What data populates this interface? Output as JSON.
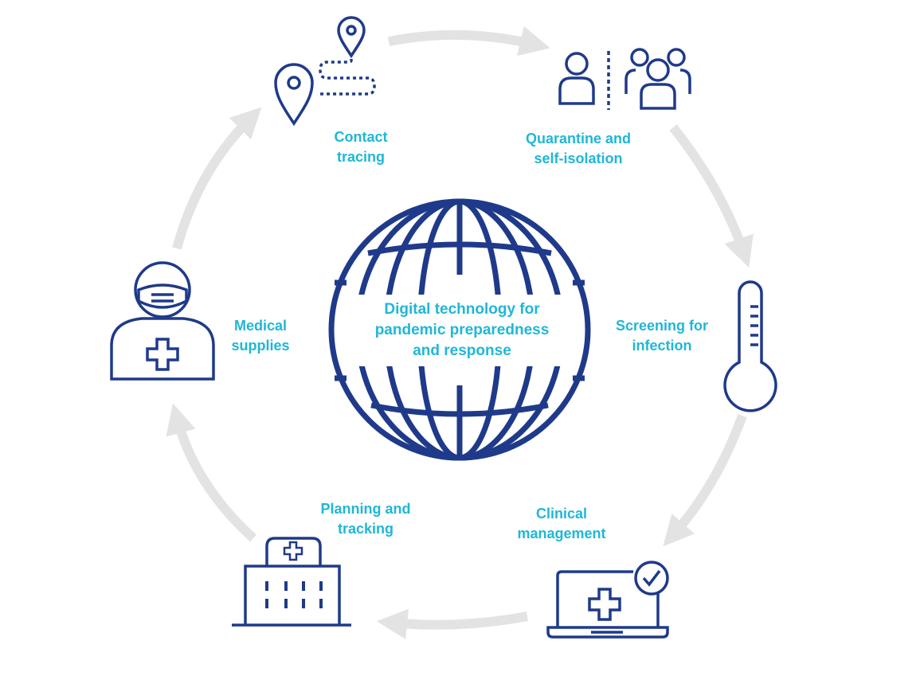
{
  "center": {
    "lines": [
      "Digital technology for",
      "pandemic preparedness",
      "and response"
    ]
  },
  "steps": [
    {
      "id": "contact-tracing",
      "lines": [
        "Contact",
        "tracing"
      ],
      "icon": "map-route-pins-icon"
    },
    {
      "id": "quarantine",
      "lines": [
        "Quarantine and",
        "self-isolation"
      ],
      "icon": "person-and-group-icon"
    },
    {
      "id": "screening",
      "lines": [
        "Screening for",
        "infection"
      ],
      "icon": "thermometer-icon"
    },
    {
      "id": "clinical-management",
      "lines": [
        "Clinical",
        "management"
      ],
      "icon": "laptop-medical-check-icon"
    },
    {
      "id": "planning-tracking",
      "lines": [
        "Planning and",
        "tracking"
      ],
      "icon": "hospital-building-icon"
    },
    {
      "id": "medical-supplies",
      "lines": [
        "Medical",
        "supplies"
      ],
      "icon": "masked-health-worker-icon"
    }
  ],
  "colors": {
    "icon_stroke": "#1f3a8a",
    "label": "#1fb7d7",
    "arrow": "#e3e3e3"
  },
  "globe_icon": "globe-icon"
}
